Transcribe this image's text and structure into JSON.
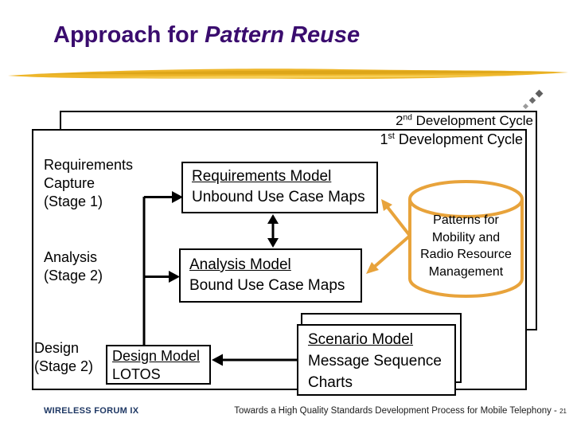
{
  "title": {
    "normal": "Approach for ",
    "italic": "Pattern Reuse"
  },
  "cycles": [
    {
      "num": "2",
      "sup": "nd",
      "rest": " Development Cycle"
    },
    {
      "num": "1",
      "sup": "st",
      "rest": " Development Cycle"
    }
  ],
  "stages": [
    {
      "lines": [
        "Requirements",
        "Capture",
        "(Stage 1)"
      ]
    },
    {
      "lines": [
        "Analysis",
        "(Stage 2)"
      ]
    },
    {
      "lines": [
        "Design",
        "(Stage 2)"
      ]
    }
  ],
  "models": {
    "requirements": {
      "title": "Requirements Model",
      "subtitle": "Unbound Use Case Maps"
    },
    "analysis": {
      "title": "Analysis Model",
      "subtitle": "Bound Use Case Maps"
    },
    "design": {
      "title": "Design Model",
      "subtitle": "LOTOS"
    },
    "scenario": {
      "title": "Scenario Model",
      "lines": [
        "Message Sequence",
        "Charts"
      ]
    }
  },
  "database": {
    "lines": [
      "Patterns for",
      "Mobility and",
      "Radio Resource",
      "Management"
    ]
  },
  "footer": {
    "left": "WIRELESS FORUM IX",
    "right": "Towards a High Quality Standards Development Process for Mobile Telephony -",
    "page": "21"
  },
  "colors": {
    "title-purple": "#3A0C6E",
    "accent-orange": "#E8A33B",
    "brush-gold": "#EEB62A",
    "brush-gold-dark": "#D9A316",
    "footer-navy": "#1F3864",
    "dot-gray": "#6E6E6E"
  }
}
